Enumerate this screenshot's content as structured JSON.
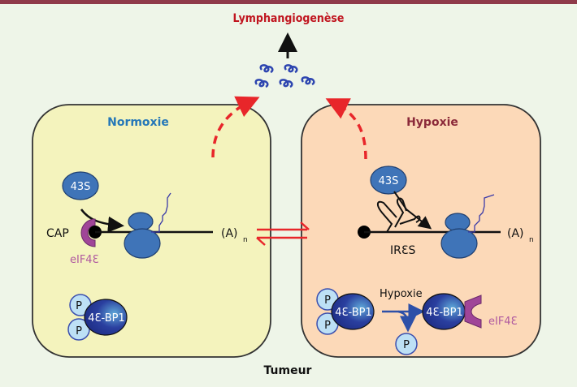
{
  "title": "Lymphangiogenèse",
  "footer": "Tumeur",
  "colors": {
    "background": "#eef5e8",
    "top_bar": "#8f3a4a",
    "normoxie_panel": "#f4f3bd",
    "hypoxie_panel": "#fcd9b8",
    "title_red": "#c0141e",
    "ribosome_blue": "#3f74b8",
    "bp1_dark_blue": "#23329a",
    "phosphate_light_blue": "#bde0f5",
    "eif4e_magenta": "#a04598",
    "dashed_arrow_red": "#e8262a"
  },
  "normoxie": {
    "label": "Normoxie",
    "ribosome_43s": "43S",
    "cap": "CAP",
    "eif4e": "eIF4Ɛ",
    "poly_a": "(A)",
    "poly_a_sub": "n",
    "bp1": "4Ɛ-BP1",
    "phosphate": "P"
  },
  "hypoxie": {
    "label": "Hypoxie",
    "ribosome_43s": "43S",
    "ires": "IRƐS",
    "poly_a": "(A)",
    "poly_a_sub": "n",
    "bp1": "4Ɛ-BP1",
    "phosphate": "P",
    "transition_label": "Hypoxie",
    "eif4e": "eIF4Ɛ"
  }
}
